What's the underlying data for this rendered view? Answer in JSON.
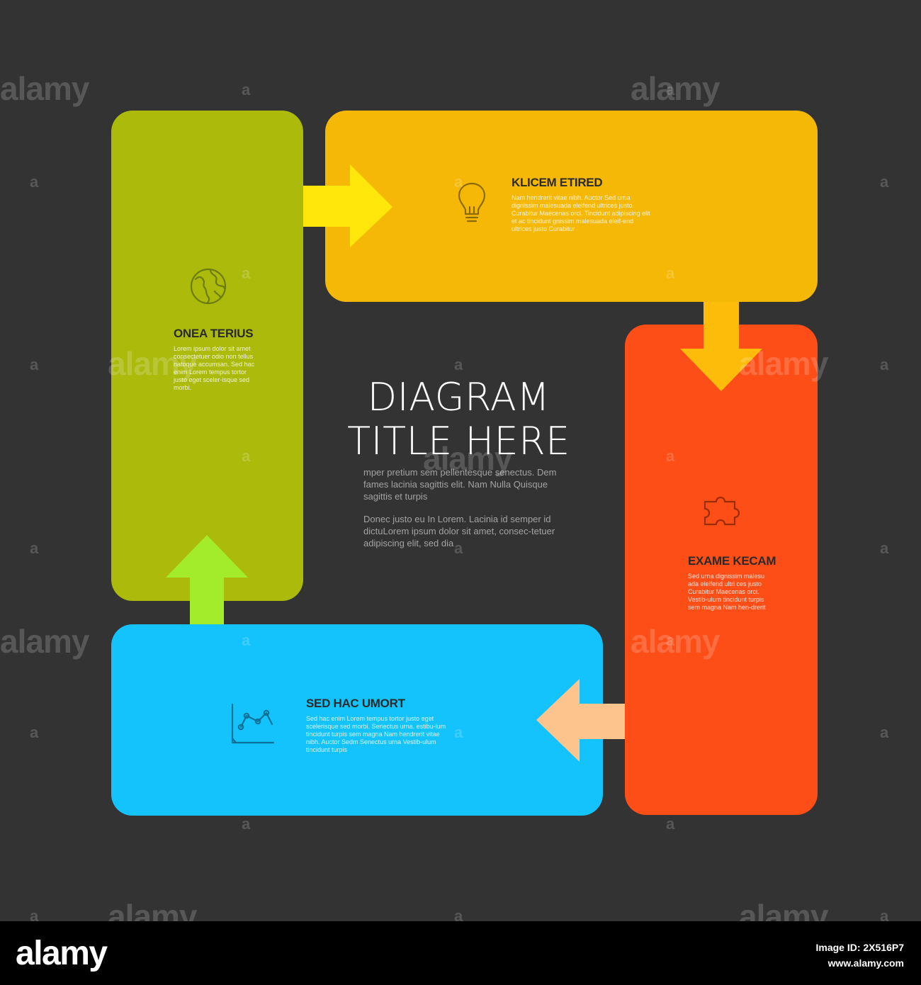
{
  "title": {
    "line1": "DIAGRAM",
    "line2": "TITLE HERE"
  },
  "intro": {
    "paragraph1": "mper pretium sem pellentesque senectus. Dem fames lacinia sagittis elit. Nam Nulla Quisque sagittis et turpis",
    "paragraph2": "Donec justo eu In Lorem. Lacinia id semper id dictuLorem ipsum dolor sit amet, consec-tetuer adipiscing elit, sed dia"
  },
  "blocks": [
    {
      "id": "green",
      "title": "ONEA TERIUS",
      "description": "Lorem ipsum dolor sit amet consectetuer odio non tellus natoque accumsan. Sed hac enim Lorem tempus tortor justo eget sceler-isque sed morbi.",
      "icon": "globe-icon",
      "color": "#abba0b"
    },
    {
      "id": "yellow",
      "title": "KLICEM ETIRED",
      "description": "Nam hendrerit vitae nibh. Auctor Sed urna dignissim malesuada eleifend ultrices justo Curabitur Maecenas orci. Tincidunt adipiscing elit et ac tincidunt gnissim malesuada eleif-end ultrices justo Curabitur",
      "icon": "lightbulb-icon",
      "color": "#f6b807"
    },
    {
      "id": "orange",
      "title": "EXAME KECAM",
      "description": "Sed urna dignissim malesu ada eleifend ultri ces justo Curabitur Maecenas orci. Vestib-ulum tincidunt turpis sem magna Nam hen-drerit",
      "icon": "puzzle-icon",
      "color": "#fd4e17"
    },
    {
      "id": "blue",
      "title": "SED HAC UMORT",
      "description": "Sed hac enim Lorem tempus tortor justo eget scelerisque sed morbi. Senectus urna. estibu-lum tincidunt turpis sem magna Nam hendrerit vitae nibh. Auctor Sedm Senectus urna Vestib-ulum tincidunt turpis",
      "icon": "line-chart-icon",
      "color": "#14c3fc"
    }
  ],
  "arrow_colors": {
    "green_to_yellow": "#ffe70b",
    "yellow_to_orange": "#fdbb0a",
    "orange_to_blue": "#fdc58d",
    "blue_to_green": "#a3ec2b"
  },
  "colors": {
    "background": "#333333",
    "footer": "#000000"
  },
  "watermark": {
    "text": "alamy",
    "mark": "a"
  },
  "footer": {
    "logo": "alamy",
    "image_id": "Image ID: 2X516P7",
    "url": "www.alamy.com"
  }
}
